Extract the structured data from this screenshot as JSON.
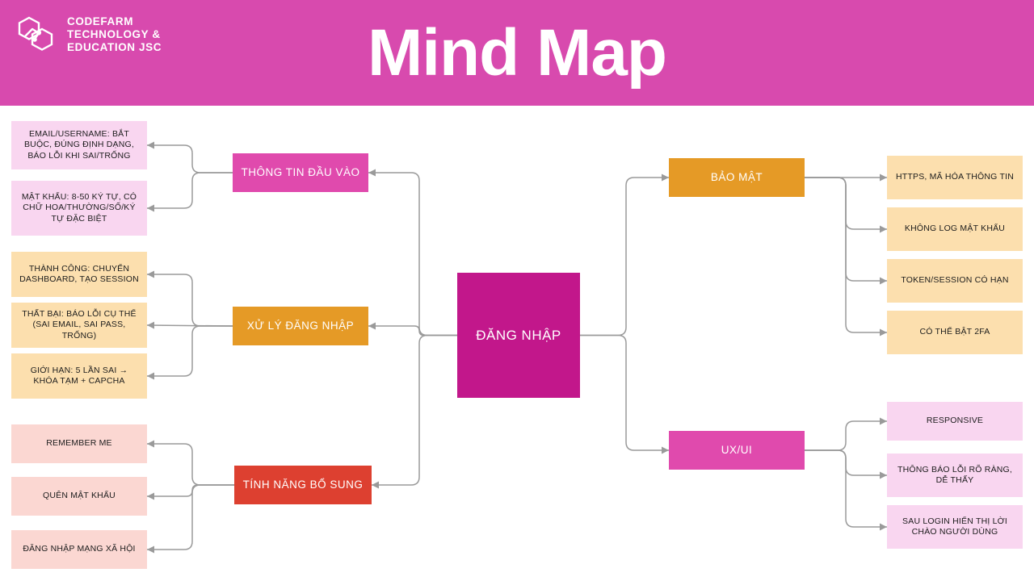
{
  "header": {
    "brand_name": "CODEFARM\nTECHNOLOGY &\nEDUCATION JSC",
    "logo_icon": "hexagon-network-logo",
    "title": "Mind Map",
    "background_color": "#d84aae"
  },
  "colors": {
    "root": "#c2178b",
    "pink_branch": "#e04aad",
    "orange_branch": "#e59a26",
    "red_branch": "#dd4030",
    "pink_leaf": "#f9d6f0",
    "orange_leaf": "#fcdfae",
    "red_leaf": "#fbd7d2",
    "connector": "#9a9a9a",
    "text_light": "#ffffff",
    "text_dark": "#1c1c1c"
  },
  "root": {
    "label": "ĐĂNG NHẬP"
  },
  "branches": [
    {
      "id": "thong-tin-dau-vao",
      "label": "THÔNG TIN ĐẦU VÀO",
      "side": "left",
      "color": "#e04aad",
      "leaf_color": "#f9d6f0",
      "children": [
        {
          "label": "EMAIL/USERNAME: BẮT BUỘC, ĐÚNG ĐỊNH DẠNG, BÁO LỖI KHI SAI/TRỐNG"
        },
        {
          "label": "MẬT KHẨU: 8-50 KÝ TỰ, CÓ CHỮ HOA/THƯỜNG/SỐ/KÝ TỰ ĐẶC BIỆT"
        }
      ]
    },
    {
      "id": "xu-ly-dang-nhap",
      "label": "XỬ LÝ ĐĂNG NHẬP",
      "side": "left",
      "color": "#e59a26",
      "leaf_color": "#fcdfae",
      "children": [
        {
          "label": "THÀNH CÔNG: CHUYỂN DASHBOARD, TẠO SESSION"
        },
        {
          "label": "THẤT BẠI: BÁO LỖI CỤ THỂ (SAI EMAIL, SAI PASS, TRỐNG)"
        },
        {
          "label": "GIỚI HẠN: 5 LẦN SAI → KHÓA TẠM + CAPCHA"
        }
      ]
    },
    {
      "id": "tinh-nang-bo-sung",
      "label": "TÍNH NĂNG BỔ SUNG",
      "side": "left",
      "color": "#dd4030",
      "leaf_color": "#fbd7d2",
      "children": [
        {
          "label": "REMEMBER ME"
        },
        {
          "label": "QUÊN MẬT KHẨU"
        },
        {
          "label": "ĐĂNG NHẬP MẠNG XÃ HỘI"
        }
      ]
    },
    {
      "id": "bao-mat",
      "label": "BẢO MẬT",
      "side": "right",
      "color": "#e59a26",
      "leaf_color": "#fcdfae",
      "children": [
        {
          "label": "HTTPS, MÃ HÓA THÔNG TIN"
        },
        {
          "label": "KHÔNG LOG MẬT KHẨU"
        },
        {
          "label": "TOKEN/SESSION CÓ HẠN"
        },
        {
          "label": "CÓ THỂ BẬT 2FA"
        }
      ]
    },
    {
      "id": "ux-ui",
      "label": "UX/UI",
      "side": "right",
      "color": "#e04aad",
      "leaf_color": "#f9d6f0",
      "children": [
        {
          "label": "RESPONSIVE"
        },
        {
          "label": "THÔNG BÁO LỖI RÕ RÀNG, DỄ THẤY"
        },
        {
          "label": "SAU LOGIN HIỂN THỊ LỜI CHÀO NGƯỜI DÙNG"
        }
      ]
    }
  ]
}
